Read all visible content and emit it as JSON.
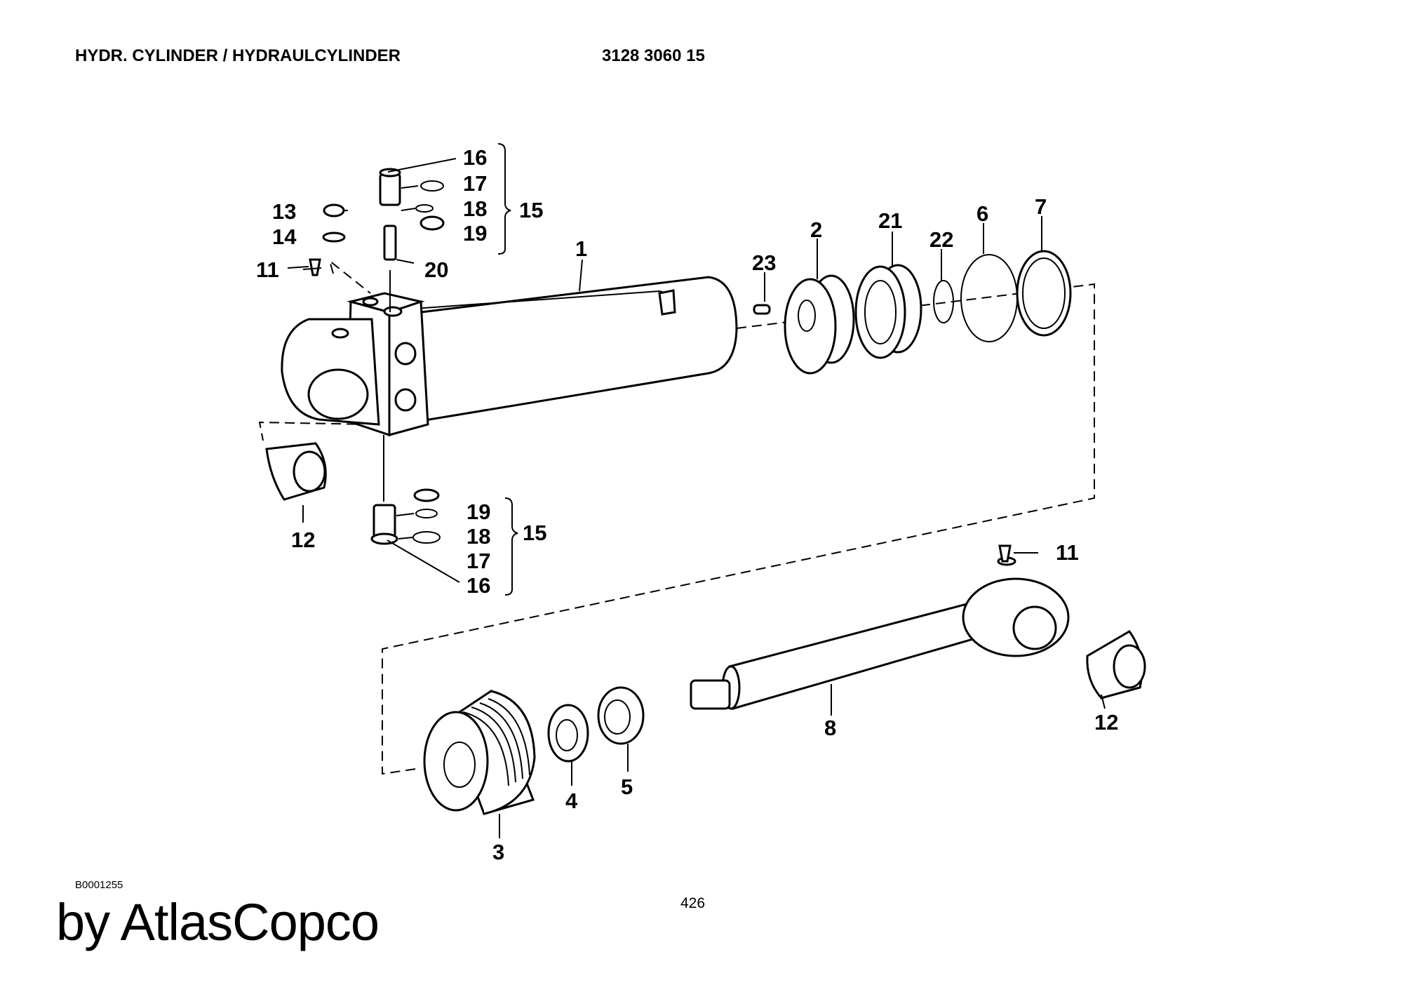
{
  "header": {
    "title": "HYDR. CYLINDER / HYDRAULCYLINDER",
    "part_number": "3128 3060 15"
  },
  "footer": {
    "drawing_code": "B0001255",
    "page_number": "426",
    "brand": "by AtlasCopco"
  },
  "callouts": {
    "c1": "1",
    "c2": "2",
    "c3": "3",
    "c4": "4",
    "c5": "5",
    "c6": "6",
    "c7": "7",
    "c8": "8",
    "c11a": "11",
    "c11b": "11",
    "c12a": "12",
    "c12b": "12",
    "c13": "13",
    "c14": "14",
    "c15a": "15",
    "c15b": "15",
    "c16a": "16",
    "c16b": "16",
    "c17a": "17",
    "c17b": "17",
    "c18a": "18",
    "c18b": "18",
    "c19a": "19",
    "c19b": "19",
    "c20": "20",
    "c21": "21",
    "c22": "22",
    "c23": "23"
  }
}
